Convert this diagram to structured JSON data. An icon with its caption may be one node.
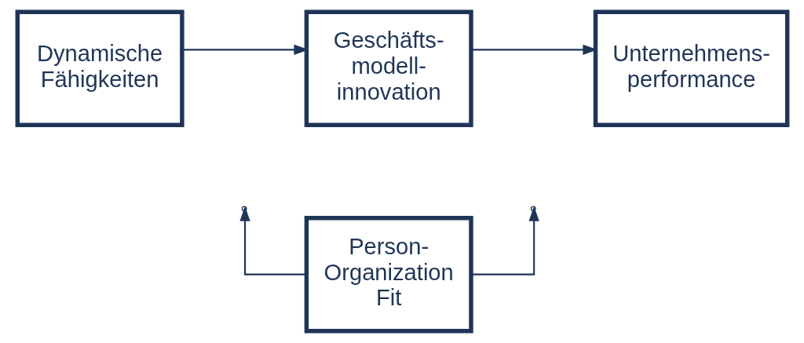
{
  "diagram": {
    "nodes": [
      {
        "text": [
          "Dynamische Fähigkeiten"
        ]
      },
      {
        "text": [
          "Geschäfts- modell- innovation"
        ]
      },
      {
        "text": [
          "Unternehmens- performance"
        ]
      },
      {
        "text": [
          "Person- Organization Fit"
        ]
      }
    ],
    "edges": [
      {
        "from": 0,
        "to": 1,
        "arrow": "to"
      },
      {
        "from": 1,
        "to": 2,
        "arrow": "to"
      },
      {
        "from": 3,
        "to": null,
        "arrow": "to"
      },
      {
        "from": 3,
        "to": null,
        "arrow": "to"
      }
    ]
  }
}
